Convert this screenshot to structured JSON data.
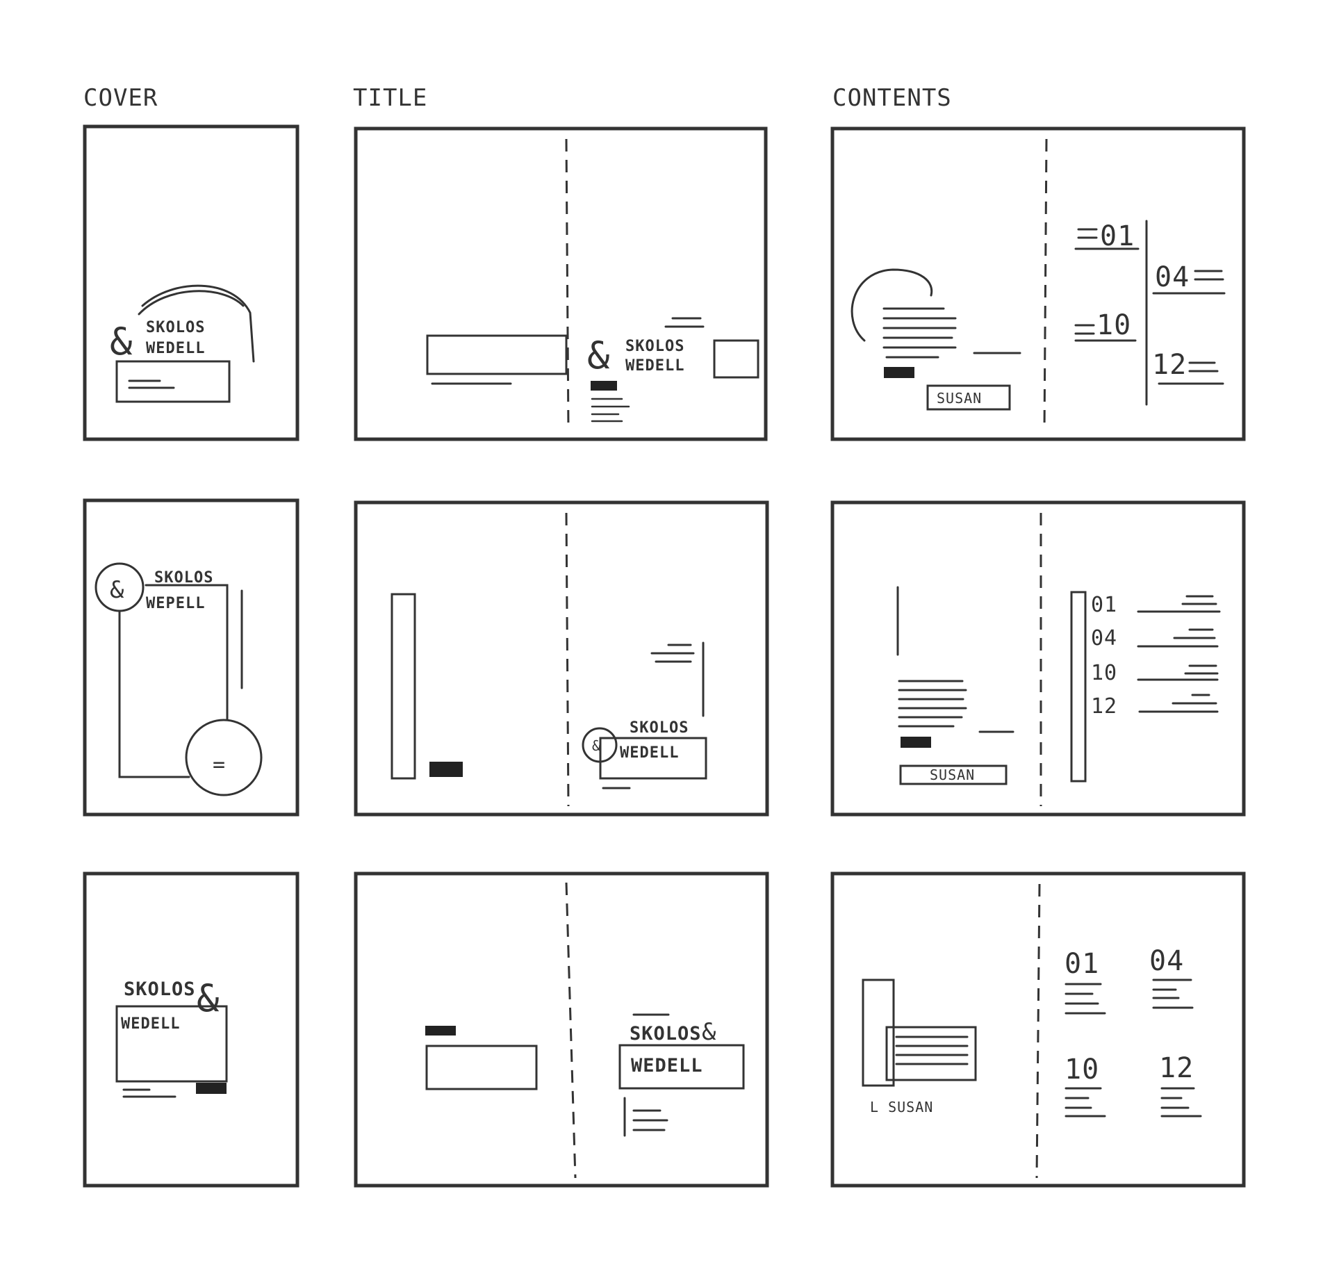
{
  "column_headers": {
    "cover": "COVER",
    "title": "TITLE",
    "contents": "CONTENTS"
  },
  "brand": {
    "name_top": "SKOLOS",
    "name_bottom": "WEDELL",
    "name_bottom_alt": "WEPELL",
    "ampersand": "&"
  },
  "susan_label": "SUSAN",
  "susan_label_row3": "L SUSAN",
  "contents_numbers": {
    "row1": [
      "01",
      "10",
      "04",
      "12"
    ],
    "row2": [
      "01",
      "04",
      "10",
      "12"
    ],
    "row3": [
      "01",
      "04",
      "10",
      "12"
    ]
  },
  "misc": {
    "equals_mark": "="
  }
}
